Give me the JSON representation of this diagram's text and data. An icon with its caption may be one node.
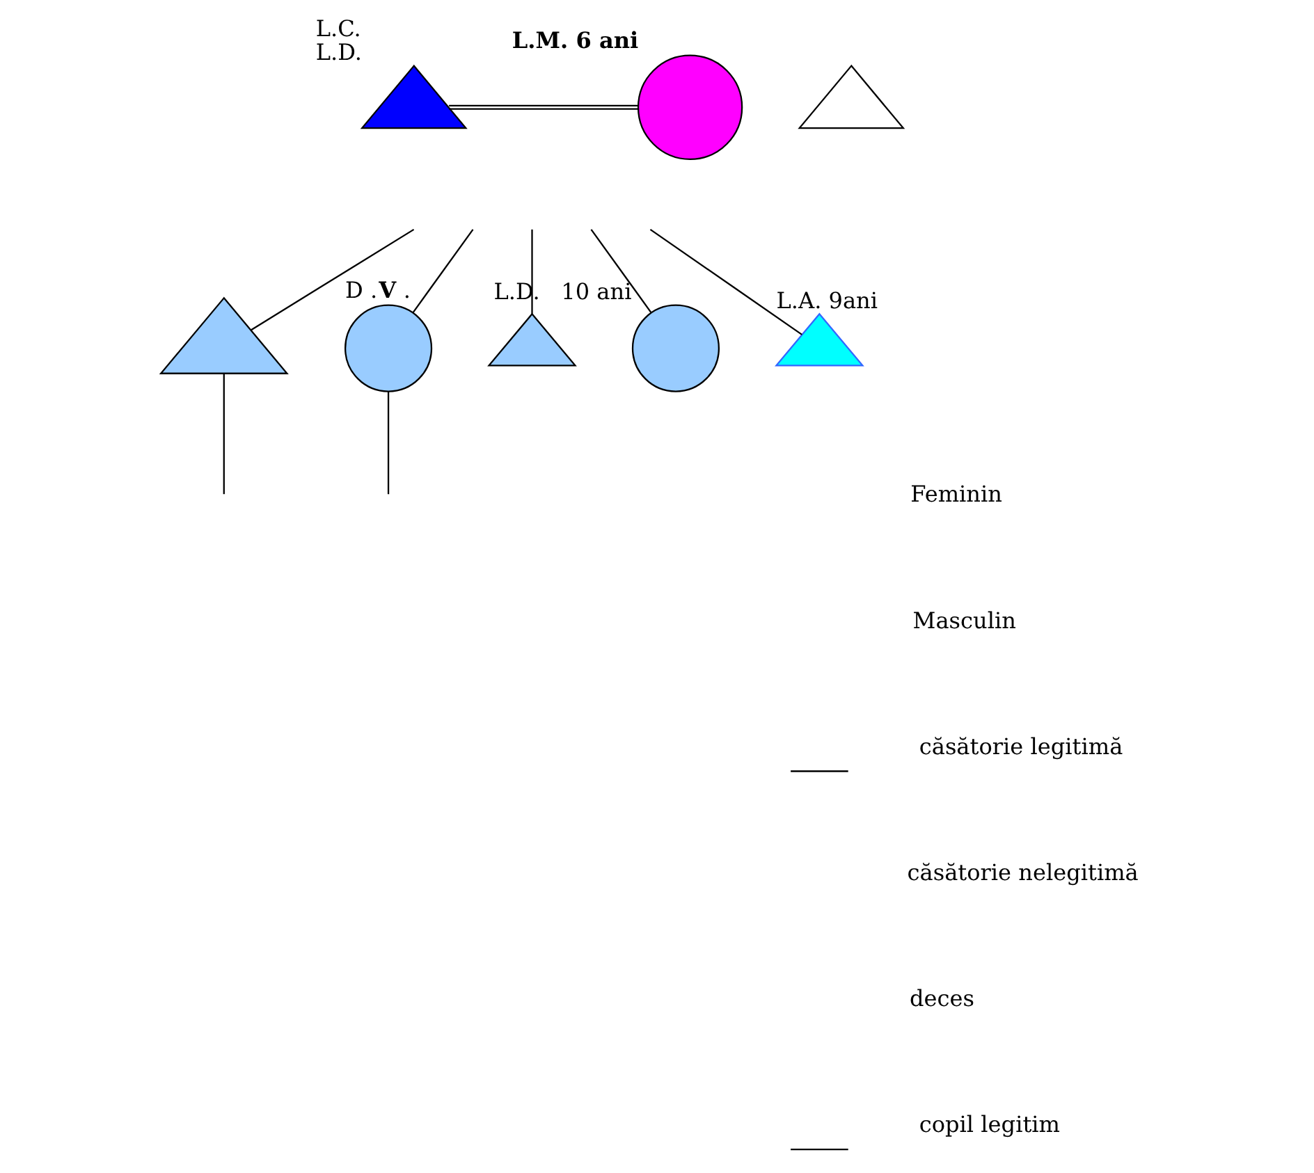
{
  "diagram": {
    "nodes": [
      {
        "text": [],
        "shape": "triangle",
        "beside": [
          "L.C.",
          "L.D."
        ]
      },
      {
        "text": [],
        "shape": "circle",
        "beside": [
          "L.M. 6 ani"
        ]
      },
      {
        "text": [],
        "shape": "triangle"
      },
      {
        "text": [],
        "shape": "triangle"
      },
      {
        "text": [],
        "shape": "circle",
        "beside": [
          "D .**V** ."
        ]
      },
      {
        "text": [],
        "shape": "triangle"
      },
      {
        "text": [],
        "shape": "circle",
        "beside": [
          "L.D.   10 ani"
        ]
      },
      {
        "text": [],
        "shape": "triangle",
        "beside": [
          "L.A. 9ani"
        ]
      }
    ],
    "edges": [
      {
        "from": 0,
        "to": 1,
        "arrow": "none"
      },
      {
        "from": null,
        "to": 3,
        "arrow": "none"
      },
      {
        "from": null,
        "to": 4,
        "arrow": "none"
      },
      {
        "from": null,
        "to": 5,
        "arrow": "none"
      },
      {
        "from": null,
        "to": 6,
        "arrow": "none"
      },
      {
        "from": null,
        "to": 7,
        "arrow": "none"
      },
      {
        "from": 3,
        "to": null,
        "arrow": "none"
      },
      {
        "from": 4,
        "to": null,
        "arrow": "none"
      }
    ],
    "legend": [
      {
        "text": "Feminin"
      },
      {
        "text": "Masculin"
      },
      {
        "text": "căsătorie legitimă"
      },
      {
        "text": "căsătorie nelegitimă"
      },
      {
        "text": "deces"
      },
      {
        "text": "copil legitim"
      }
    ]
  }
}
